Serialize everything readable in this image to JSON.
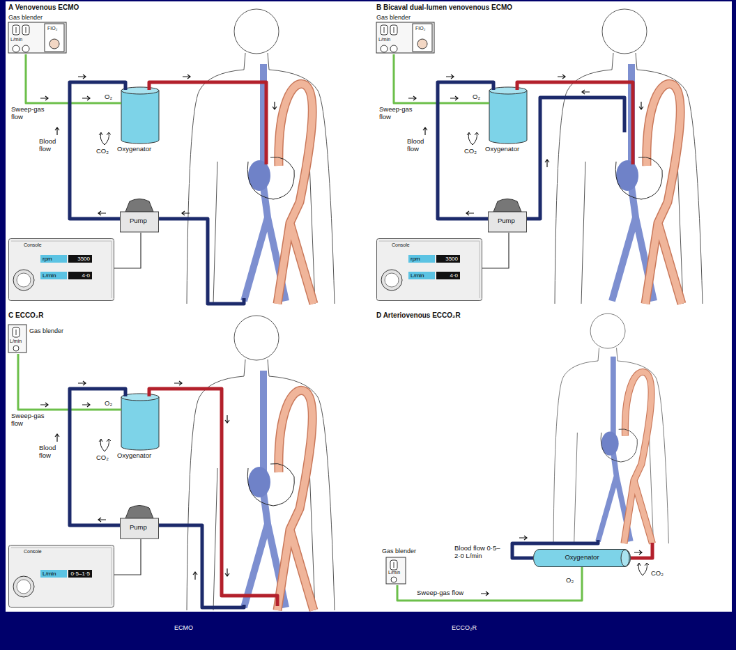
{
  "diagram": {
    "nodes": [
      {
        "text": [
          "Gas blender",
          "L/min",
          "FIO₂"
        ]
      },
      {
        "text": [
          "Oxygenator"
        ]
      },
      {
        "text": [
          "Pump"
        ]
      },
      {
        "text": [
          "Console",
          "rpm",
          "3500",
          "L/min",
          "4·0"
        ]
      },
      {
        "text": [
          "Gas blender",
          "L/min",
          "FIO₂"
        ]
      },
      {
        "text": [
          "Oxygenator"
        ]
      },
      {
        "text": [
          "Pump"
        ]
      },
      {
        "text": [
          "Console",
          "rpm",
          "3500",
          "L/min",
          "4·0"
        ]
      },
      {
        "text": [
          "Gas blender",
          "L/min"
        ]
      },
      {
        "text": [
          "Oxygenator"
        ]
      },
      {
        "text": [
          "Pump"
        ]
      },
      {
        "text": [
          "Console",
          "L/min",
          "0·5–1·5"
        ]
      },
      {
        "text": [
          "Gas blender",
          "L/min"
        ]
      },
      {
        "text": [
          "Oxygenator"
        ]
      }
    ],
    "edges": [
      {
        "from": 0,
        "to": 1,
        "arrow": "none"
      },
      {
        "from": 2,
        "to": 1,
        "arrow": "none"
      },
      {
        "from": 2,
        "to": 3,
        "arrow": "none"
      },
      {
        "from": 4,
        "to": 5,
        "arrow": "none"
      },
      {
        "from": 6,
        "to": 5,
        "arrow": "none"
      },
      {
        "from": 6,
        "to": 7,
        "arrow": "none"
      },
      {
        "from": 8,
        "to": 9,
        "arrow": "none"
      },
      {
        "from": 10,
        "to": 9,
        "arrow": "none"
      },
      {
        "from": 10,
        "to": 11,
        "arrow": "none"
      },
      {
        "from": 12,
        "to": 13,
        "arrow": "none"
      }
    ],
    "labels": [
      "A Venovenous ECMO",
      "O₂",
      "Sweep-gas flow",
      "Blood flow",
      "CO₂",
      "B Bicaval dual-lumen venovenous ECMO",
      "O₂",
      "Sweep-gas flow",
      "Blood flow",
      "CO₂",
      "C ECCO₂R",
      "O₂",
      "Sweep-gas flow",
      "Blood flow",
      "CO₂",
      "D Arteriovenous ECCO₂R",
      "Blood flow 0·5–2·0 L/min",
      "O₂",
      "Sweep-gas flow",
      "CO₂",
      "ECMO",
      "ECCO₂R"
    ]
  }
}
